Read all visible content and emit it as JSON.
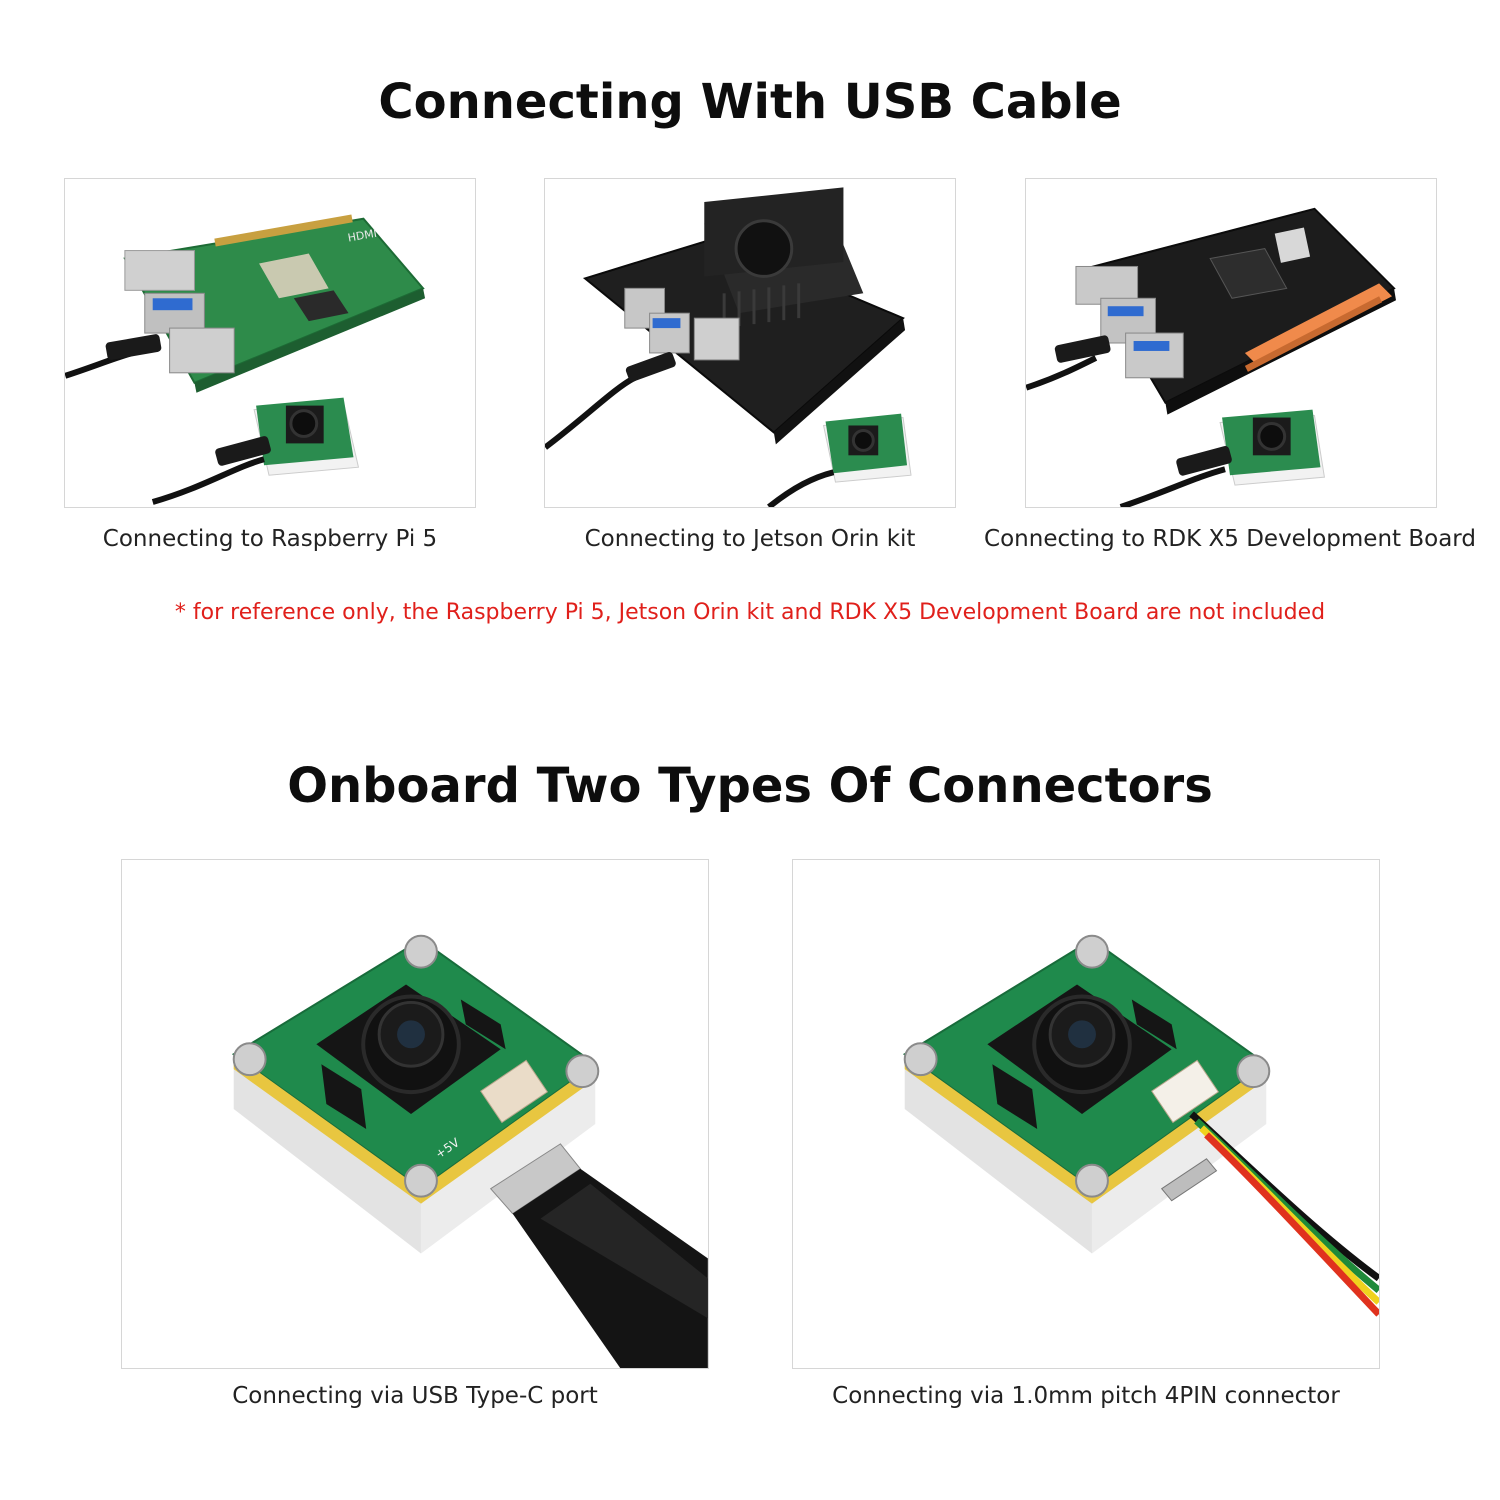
{
  "section1": {
    "title": "Connecting With USB Cable",
    "cards": [
      {
        "caption": "Connecting to Raspberry Pi 5"
      },
      {
        "caption": "Connecting to Jetson Orin kit"
      },
      {
        "caption": "Connecting to RDK X5 Development Board"
      }
    ],
    "note": "* for reference only, the Raspberry Pi 5, Jetson Orin kit and RDK X5 Development Board are not included"
  },
  "section2": {
    "title": "Onboard Two Types Of Connectors",
    "cards": [
      {
        "caption": "Connecting via USB Type-C port"
      },
      {
        "caption": "Connecting via 1.0mm pitch 4PIN connector"
      }
    ]
  },
  "colors": {
    "note": "#e0201b",
    "pcb_green": "#1f8a4c",
    "board_black": "#1c1c1c",
    "header_orange": "#f08a4b"
  },
  "board_labels": {
    "hdmi": "HDMI",
    "pin_label": "+5V"
  }
}
